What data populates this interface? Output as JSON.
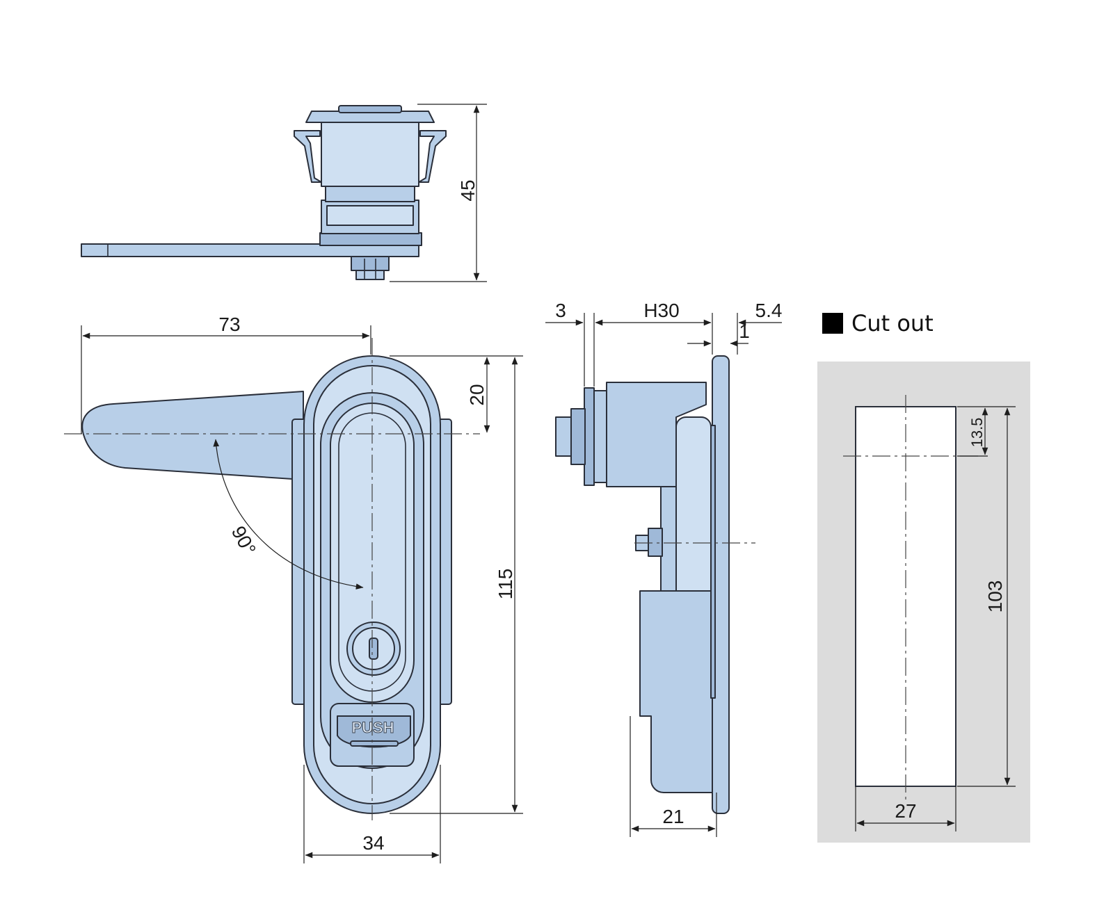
{
  "colors": {
    "part_fill": "#b8cfe8",
    "outline": "#2a2f3a",
    "cutout_background": "#dcdcdc",
    "cutout_fill": "#ffffff"
  },
  "top_view": {
    "height_dim": "45"
  },
  "front_view": {
    "handle_length_dim": "73",
    "top_offset_dim": "20",
    "total_height_dim": "115",
    "width_dim": "34",
    "rotation_angle": "90°",
    "push_label": "PUSH"
  },
  "side_view": {
    "cam_thickness_dim": "3",
    "grip_range_dim": "H30",
    "flange_dim": "5.4",
    "flange_thickness_dim": "1",
    "depth_dim": "21"
  },
  "cutout": {
    "legend_icon": "black-square-icon",
    "title": "Cut out",
    "offset_dim": "13.5",
    "height_dim": "103",
    "width_dim": "27"
  }
}
